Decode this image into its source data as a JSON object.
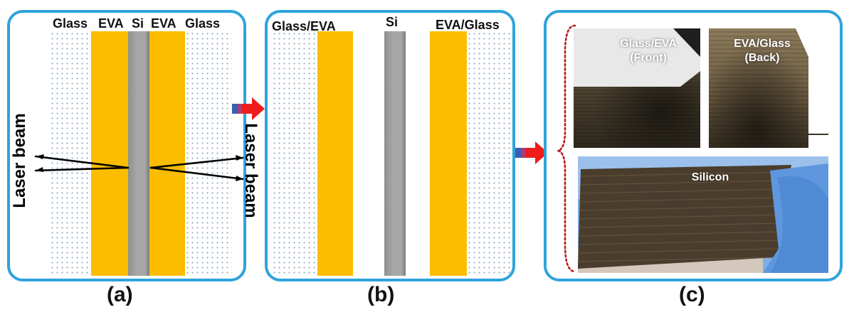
{
  "panel_a": {
    "layer_labels": {
      "glass_left": "Glass",
      "eva_left": "EVA",
      "si": "Si",
      "eva_right": "EVA",
      "glass_right": "Glass"
    },
    "laser_left": "Laser beam",
    "laser_right": "Laser beam",
    "caption": "(a)"
  },
  "panel_b": {
    "label_left": "Glass/EVA",
    "label_si": "Si",
    "label_right": "EVA/Glass",
    "caption": "(b)"
  },
  "panel_c": {
    "photo_front": {
      "line1": "Glass/EVA",
      "line2": "(Front)"
    },
    "photo_back": {
      "line1": "EVA/Glass",
      "line2": "(Back)"
    },
    "photo_silicon": "Silicon",
    "caption": "(c)"
  },
  "colors": {
    "frame": "#2fa3dc",
    "eva": "#fcbd00",
    "silicon": "#a6a6a6",
    "arrow_head": "#ee1c1c",
    "arrow_tail": "#3b5db0",
    "bracket": "#b41d1d"
  },
  "icons": {
    "flow_arrow": "right-arrow-icon"
  }
}
